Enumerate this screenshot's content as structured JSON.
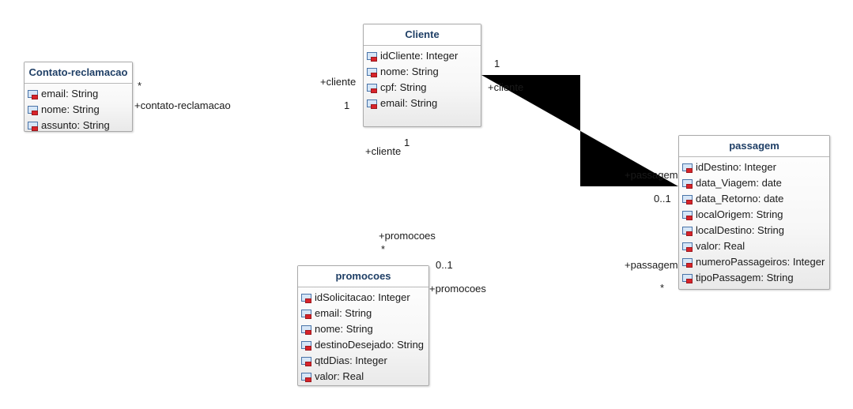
{
  "classes": {
    "cliente": {
      "name": "Cliente",
      "attributes": [
        "idCliente: Integer",
        "nome: String",
        "cpf: String",
        "email: String"
      ]
    },
    "contato": {
      "name": "Contato-reclamacao",
      "attributes": [
        "email: String",
        "nome: String",
        "assunto: String"
      ]
    },
    "passagem": {
      "name": "passagem",
      "attributes": [
        "idDestino: Integer",
        "data_Viagem: date",
        "data_Retorno: date",
        "localOrigem: String",
        "localDestino: String",
        "valor: Real",
        "numeroPassageiros: Integer",
        "tipoPassagem: String"
      ]
    },
    "promocoes": {
      "name": "promocoes",
      "attributes": [
        "idSolicitacao: Integer",
        "email: String",
        "nome: String",
        "destinoDesejado: String",
        "qtdDias: Integer",
        "valor: Real"
      ]
    }
  },
  "associations": {
    "contato_cliente": {
      "contato_mult": "*",
      "contato_role": "+contato-reclamacao",
      "cliente_role": "+cliente",
      "cliente_mult": "1"
    },
    "cliente_passagem": {
      "cliente_mult": "1",
      "cliente_role": "+cliente",
      "passagem_role": "+passagem",
      "passagem_mult": "0..1"
    },
    "cliente_promocoes": {
      "cliente_mult": "1",
      "cliente_role": "+cliente",
      "promocoes_role": "+promocoes",
      "promocoes_mult": "*"
    },
    "promocoes_passagem": {
      "promocoes_mult": "0..1",
      "promocoes_role": "+promocoes",
      "passagem_role": "+passagem",
      "passagem_mult": "*"
    }
  }
}
